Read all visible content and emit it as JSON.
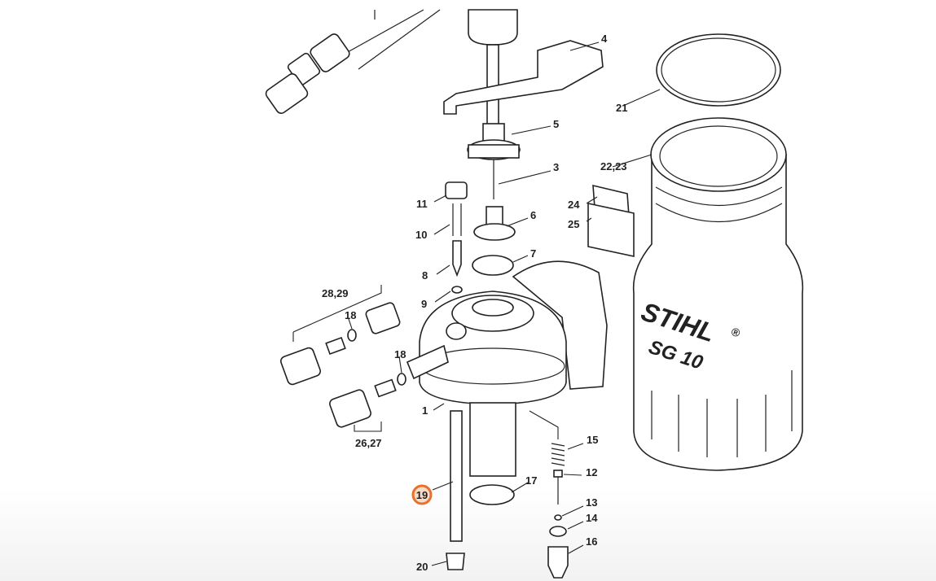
{
  "diagram": {
    "product_marking": {
      "brand": "STIHL",
      "registered": "®",
      "model": "SG 10"
    },
    "highlight_color": "#e8702a",
    "highlighted_part": "19",
    "labels": {
      "p4": "4",
      "p21": "21",
      "p5": "5",
      "p22_23": "22,23",
      "p3": "3",
      "p11": "11",
      "p24": "24",
      "p6": "6",
      "p25": "25",
      "p10": "10",
      "p7": "7",
      "p8": "8",
      "p28_29": "28,29",
      "p9": "9",
      "p18a": "18",
      "p18b": "18",
      "p1": "1",
      "p26_27": "26,27",
      "p15": "15",
      "p12": "12",
      "p17": "17",
      "p19": "19",
      "p13": "13",
      "p14": "14",
      "p20": "20",
      "p16": "16"
    }
  }
}
